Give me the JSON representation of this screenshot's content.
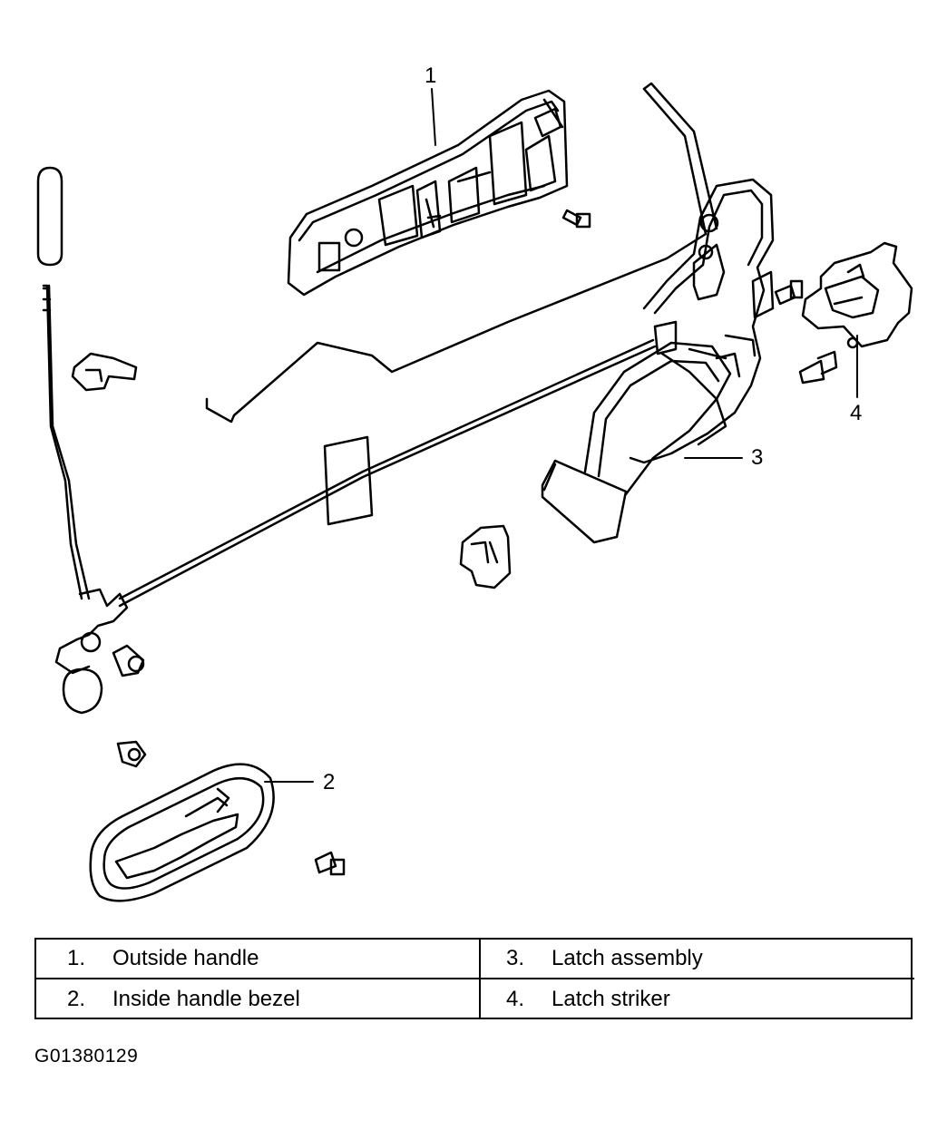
{
  "callouts": [
    {
      "num": "1",
      "label": "Outside handle"
    },
    {
      "num": "2",
      "label": "Inside handle bezel"
    },
    {
      "num": "3",
      "label": "Latch assembly"
    },
    {
      "num": "4",
      "label": "Latch striker"
    }
  ],
  "legend_rows": [
    [
      {
        "num": "1.",
        "label": "Outside handle"
      },
      {
        "num": "3.",
        "label": "Latch assembly"
      }
    ],
    [
      {
        "num": "2.",
        "label": "Inside handle bezel"
      },
      {
        "num": "4.",
        "label": "Latch striker"
      }
    ]
  ],
  "figure_id": "G01380129",
  "colors": {
    "ink": "#000000",
    "paper": "#ffffff"
  }
}
